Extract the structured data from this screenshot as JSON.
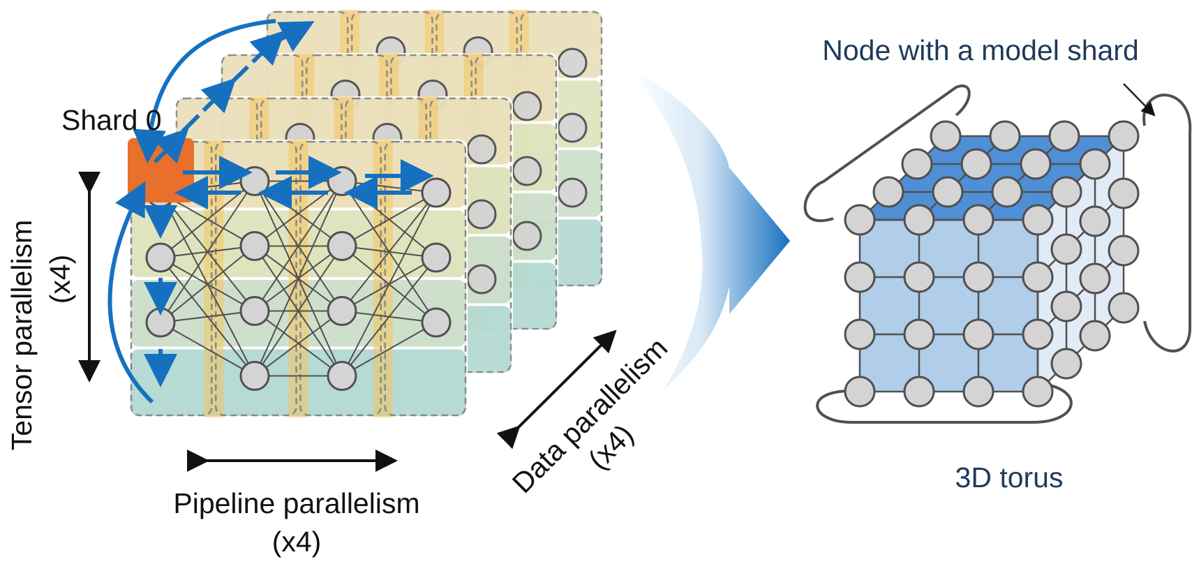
{
  "labels": {
    "shard0": "Shard 0",
    "tensor_title": "Tensor parallelism",
    "tensor_factor": "(x4)",
    "pipeline_title": "Pipeline parallelism",
    "pipeline_factor": "(x4)",
    "data_title": "Data parallelism",
    "data_factor": "(x4)",
    "node_callout": "Node with a model shard",
    "torus_caption": "3D torus"
  },
  "parallelism": {
    "tensor_degree": 4,
    "pipeline_degree": 4,
    "data_degree": 4,
    "mlp_layer_sizes": [
      3,
      4,
      4,
      3
    ]
  },
  "torus": {
    "dims": [
      4,
      4,
      4
    ]
  },
  "colors": {
    "node_fill": "#d4d4d4",
    "node_stroke": "#505050",
    "edge": "#505050",
    "shard_highlight": "#e8702a",
    "comm_arrow": "#1670c0",
    "tensor_band_top": "#e7dbb0",
    "tensor_band_mid": "#d9dfb4",
    "tensor_band_3": "#c5dbc3",
    "tensor_band_bottom": "#a9d3cc",
    "pipeline_column": "#f5c55a",
    "torus_front": "#b0cdea",
    "torus_top": "#4f8fd6",
    "torus_side": "#e0ebf6",
    "torus_wrap": "#505050"
  }
}
